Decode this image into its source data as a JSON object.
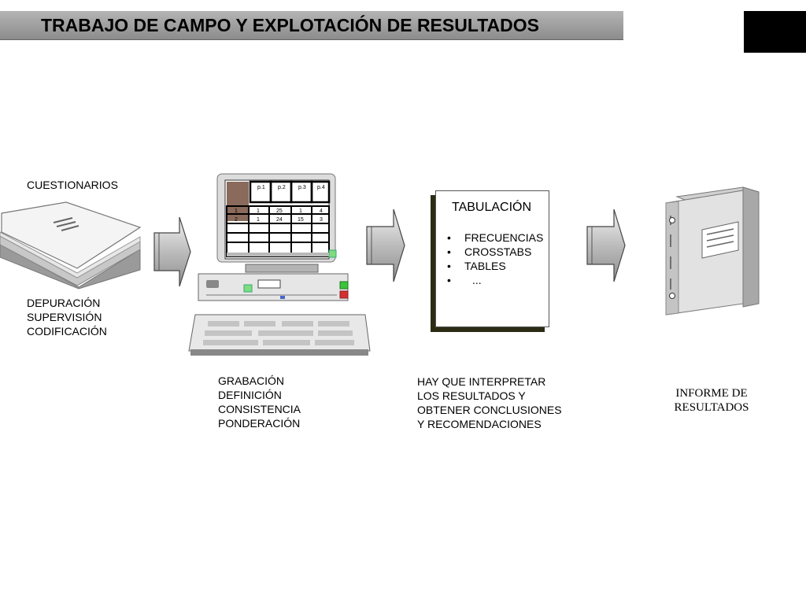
{
  "header": {
    "title": "TRABAJO DE CAMPO Y EXPLOTACIÓN DE RESULTADOS"
  },
  "step1": {
    "top_label": "CUESTIONARIOS",
    "bottom_lines": [
      "DEPURACIÓN",
      "SUPERVISIÓN",
      "CODIFICACIÓN"
    ]
  },
  "step2": {
    "screen_headers": [
      "p.1",
      "p.2",
      "p.3",
      "p.4"
    ],
    "screen_rows": [
      [
        "1",
        "1",
        "25",
        "1",
        "4"
      ],
      [
        "2",
        "1",
        "24",
        "15",
        "3"
      ]
    ],
    "bottom_lines": [
      "GRABACIÓN",
      "DEFINICIÓN",
      "CONSISTENCIA",
      "PONDERACIÓN"
    ]
  },
  "step3": {
    "box_title": "TABULACIÓN",
    "items": [
      "FRECUENCIAS",
      "CROSSTABS",
      "TABLES",
      "..."
    ],
    "bullet": "•",
    "bottom_lines": [
      "HAY QUE INTERPRETAR",
      "LOS RESULTADOS Y",
      "OBTENER CONCLUSIONES",
      "Y RECOMENDACIONES"
    ]
  },
  "step4": {
    "bottom_lines": [
      "INFORME DE",
      "RESULTADOS"
    ]
  }
}
